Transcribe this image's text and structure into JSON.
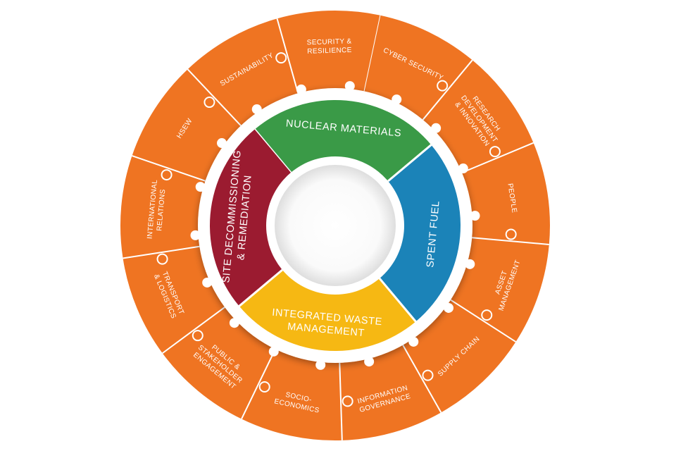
{
  "colors": {
    "outer_ring": "#ef7422",
    "nuclear_materials": "#3a9a47",
    "spent_fuel": "#1b83b8",
    "integrated_waste": "#f6b813",
    "site_decommissioning": "#9b1b30",
    "divider": "#ffffff"
  },
  "outer_ring": [
    {
      "lines": [
        "CYBER SECURITY"
      ]
    },
    {
      "lines": [
        "RESEARCH",
        "DEVELOPMENT",
        "& INNOVATION"
      ]
    },
    {
      "lines": [
        "PEOPLE"
      ]
    },
    {
      "lines": [
        "ASSET",
        "MANAGEMENT"
      ]
    },
    {
      "lines": [
        "SUPPLY CHAIN"
      ]
    },
    {
      "lines": [
        "INFORMATION",
        "GOVERNANCE"
      ]
    },
    {
      "lines": [
        "SOCIO-",
        "ECONOMICS"
      ]
    },
    {
      "lines": [
        "PUBLIC &",
        "STAKEHOLDER",
        "ENGAGEMENT"
      ]
    },
    {
      "lines": [
        "TRANSPORT",
        "& LOGISTICS"
      ]
    },
    {
      "lines": [
        "INTERNATIONAL",
        "RELATIONS"
      ]
    },
    {
      "lines": [
        "HSEW"
      ]
    },
    {
      "lines": [
        "SUSTAINABILITY"
      ]
    },
    {
      "lines": [
        "SECURITY &",
        "RESILIENCE"
      ]
    }
  ],
  "inner_ring": [
    {
      "key": "nuclear_materials",
      "lines": [
        "NUCLEAR MATERIALS"
      ]
    },
    {
      "key": "spent_fuel",
      "lines": [
        "SPENT FUEL"
      ]
    },
    {
      "key": "integrated_waste",
      "lines": [
        "INTEGRATED WASTE",
        "MANAGEMENT"
      ]
    },
    {
      "key": "site_decommissioning",
      "lines": [
        "SITE DECOMMISSIONING",
        "& REMEDIATION"
      ]
    }
  ]
}
